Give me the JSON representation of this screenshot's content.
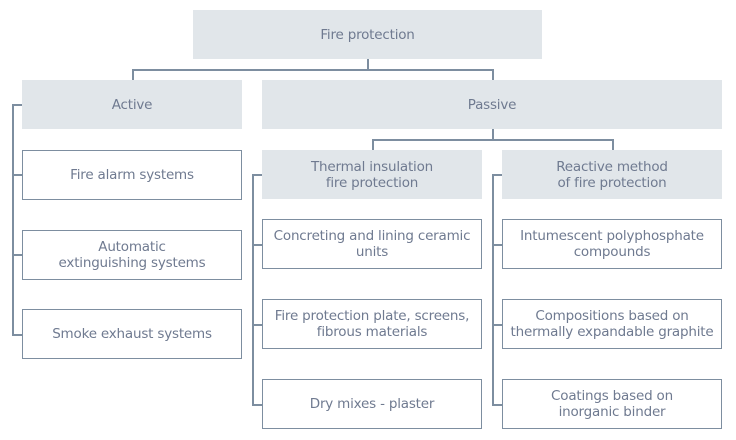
{
  "diagram": {
    "root": {
      "label": "Fire protection"
    },
    "active": {
      "label": "Active",
      "children": [
        "Fire alarm systems",
        "Automatic\nextinguishing systems",
        "Smoke exhaust systems"
      ]
    },
    "passive": {
      "label": "Passive",
      "thermal": {
        "label": "Thermal insulation\nfire protection",
        "children": [
          "Concreting and lining ceramic\nunits",
          "Fire protection plate, screens,\nfibrous materials",
          "Dry mixes - plaster"
        ]
      },
      "reactive": {
        "label": "Reactive method\nof fire protection",
        "children": [
          "Intumescent polyphosphate\ncompounds",
          "Compositions based on\nthermally expandable graphite",
          "Coatings based on\ninorganic binder"
        ]
      }
    }
  }
}
